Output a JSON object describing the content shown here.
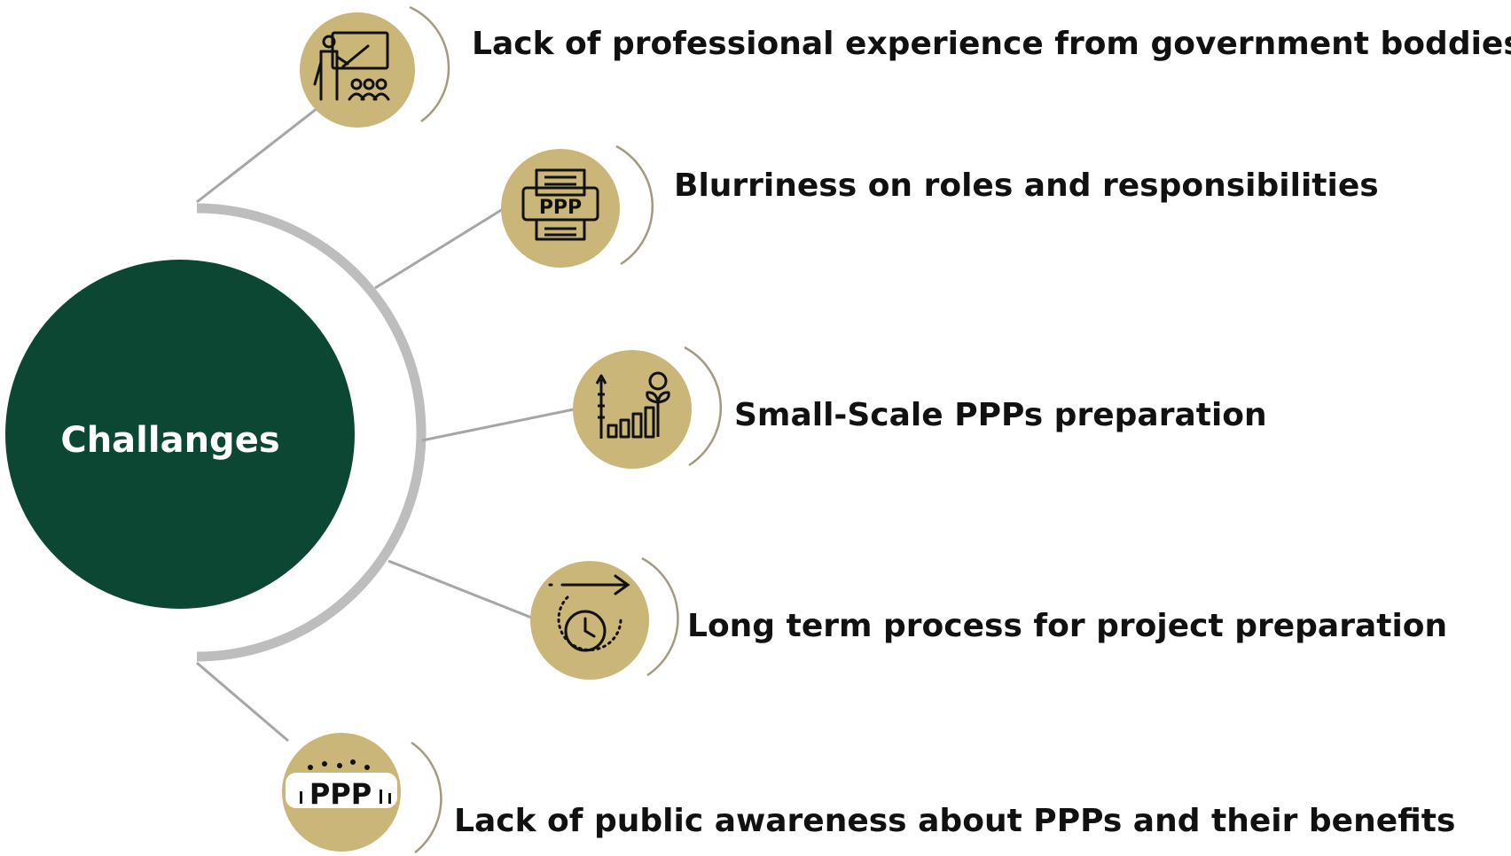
{
  "hub": {
    "label": "Challanges"
  },
  "colors": {
    "hub_fill": "#0b4733",
    "hub_text": "#ffffff",
    "icon_fill": "#cbb67a",
    "connector": "#a6a6a6",
    "main_arc": "#bdbdbd",
    "icon_bracket": "#a39a80",
    "icon_ink": "#111111",
    "label_text": "#111111"
  },
  "items": [
    {
      "label": "Lack of professional experience from government boddies",
      "icon": "teacher-presentation-icon"
    },
    {
      "label": "Blurriness on roles and responsibilities",
      "icon": "ppp-document-icon"
    },
    {
      "label": "Small-Scale PPPs preparation",
      "icon": "growth-chart-icon"
    },
    {
      "label": "Long term process for project preparation",
      "icon": "clock-arrow-icon"
    },
    {
      "label": "Lack of public awareness about PPPs and their benefits",
      "icon": "ppp-people-icon"
    }
  ],
  "icons": {
    "ppp_document_text": "PPP",
    "ppp_people_text": "PPP"
  }
}
